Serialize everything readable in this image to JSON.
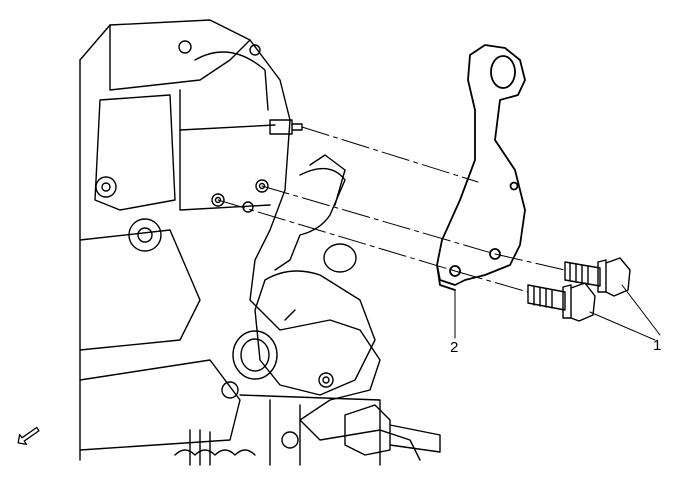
{
  "diagram": {
    "callouts": [
      {
        "id": "1",
        "label": "1"
      },
      {
        "id": "2",
        "label": "2"
      }
    ],
    "icons": [
      "view-direction-arrow-icon"
    ]
  }
}
